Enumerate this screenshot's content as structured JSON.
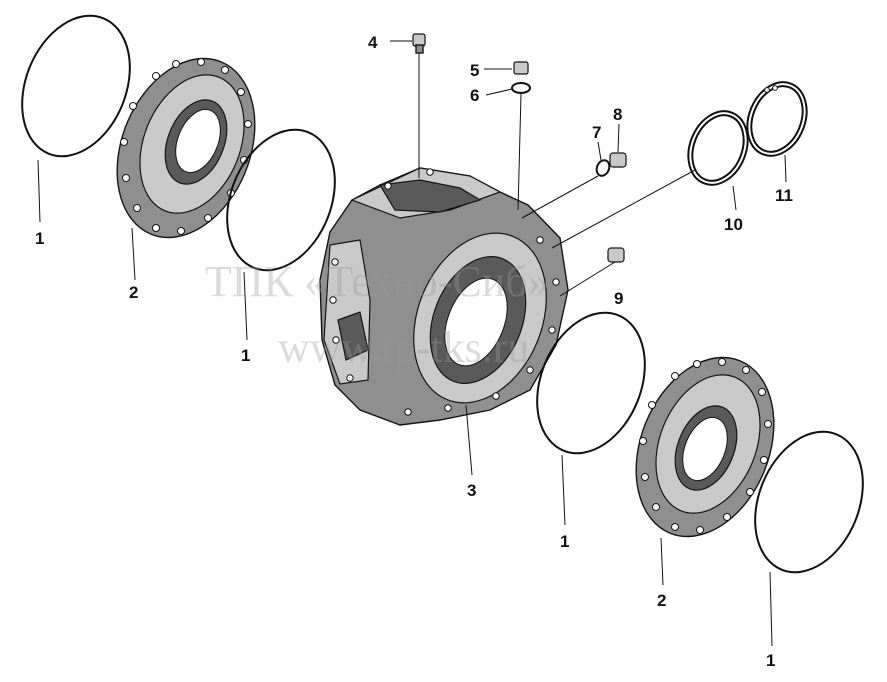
{
  "watermark": {
    "line1": "ТПК «Техно-Сиб»",
    "line2": "www.tp-tks.ru"
  },
  "callouts": [
    "1",
    "2",
    "1",
    "3",
    "4",
    "5",
    "6",
    "7",
    "8",
    "9",
    "10",
    "11",
    "1",
    "2",
    "1"
  ],
  "colors": {
    "line": "#111111",
    "metal": "#8f8f8f",
    "metal_light": "#c9c9c9",
    "metal_dark": "#5a5a5a",
    "watermark": "#9a9a9a"
  }
}
